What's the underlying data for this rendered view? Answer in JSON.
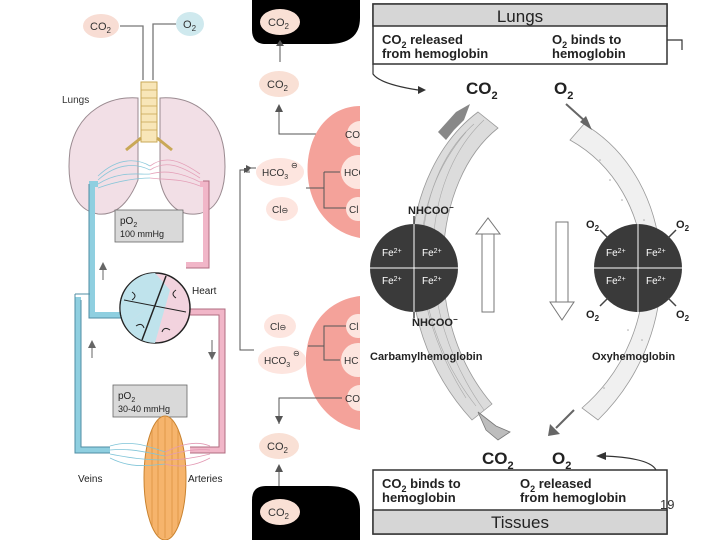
{
  "left_diagram": {
    "co2_top": "CO",
    "co2_top_sub": "2",
    "o2_top": "O",
    "o2_top_sub": "2",
    "lungs_label": "Lungs",
    "po2_lung_1": "pO",
    "po2_lung_sub": "2",
    "po2_lung_2": "100 mmHg",
    "heart_label": "Heart",
    "po2_tissue_1": "pO",
    "po2_tissue_sub": "2",
    "po2_tissue_2": "30-40 mmHg",
    "veins_label": "Veins",
    "arteries_label": "Arteries"
  },
  "middle_diagram": {
    "co2_top": "CO",
    "co2_top_sub": "2",
    "co2_mid": "CO",
    "co2_mid_sub": "2",
    "co_partial_1": "CO",
    "hco3_upper": "HCO",
    "hco3_upper_sub": "3",
    "hco_partial_1": "HCO",
    "cl_upper": "Cl",
    "cl_partial_1": "Cl",
    "cl_lower": "Cl",
    "cl_partial_2": "Cl",
    "hco3_lower": "HCO",
    "hco3_lower_sub": "3",
    "hco_partial_2": "HC",
    "co_partial_2": "CO",
    "co2_lower": "CO",
    "co2_lower_sub": "2",
    "co2_bottom": "CO",
    "co2_bottom_sub": "2"
  },
  "right_diagram": {
    "lungs_title": "Lungs",
    "co2_released_1": "CO",
    "co2_released_sub": "2",
    "co2_released_2": " released",
    "co2_released_3": "from hemoglobin",
    "o2_binds_1": "O",
    "o2_binds_sub": "2",
    "o2_binds_2": " binds to",
    "o2_binds_3": "hemoglobin",
    "co2_top": "CO",
    "co2_top_sub": "2",
    "o2_top": "O",
    "o2_top_sub": "2",
    "nhcoo_top": "NHCOO",
    "nhcoo_bottom": "NHCOO",
    "fe_left": [
      "Fe",
      "Fe",
      "Fe",
      "Fe"
    ],
    "fe_right": [
      "Fe",
      "Fe",
      "Fe",
      "Fe"
    ],
    "fe_charge": "2+",
    "o2_ligand": "O",
    "o2_ligand_sub": "2",
    "carbamyl_label": "Carbamylhemoglobin",
    "oxy_label": "Oxyhemoglobin",
    "co2_bottom": "CO",
    "co2_bottom_sub": "2",
    "o2_bottom": "O",
    "o2_bottom_sub": "2",
    "co2_binds_1": "CO",
    "co2_binds_sub": "2",
    "co2_binds_2": " binds to",
    "co2_binds_3": "hemoglobin",
    "o2_released_1": "O",
    "o2_released_sub": "2",
    "o2_released_2": " released",
    "o2_released_3": "from hemoglobin",
    "tissues_title": "Tissues"
  },
  "slide_number": "19"
}
